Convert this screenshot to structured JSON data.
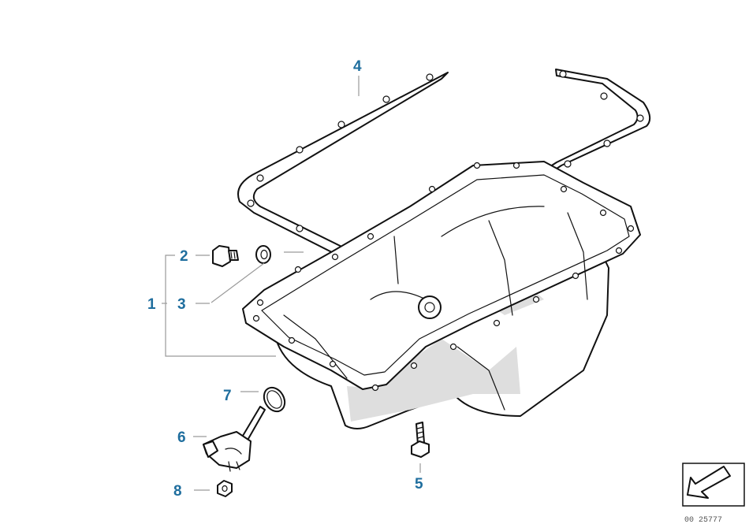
{
  "diagram": {
    "callouts": [
      {
        "id": "1",
        "label": "1"
      },
      {
        "id": "2",
        "label": "2"
      },
      {
        "id": "3",
        "label": "3"
      },
      {
        "id": "4",
        "label": "4"
      },
      {
        "id": "5",
        "label": "5"
      },
      {
        "id": "6",
        "label": "6"
      },
      {
        "id": "7",
        "label": "7"
      },
      {
        "id": "8",
        "label": "8"
      }
    ],
    "parts": [
      {
        "name": "oil-pan"
      },
      {
        "name": "drain-plug"
      },
      {
        "name": "sealing-ring"
      },
      {
        "name": "oil-pan-gasket"
      },
      {
        "name": "screw"
      },
      {
        "name": "oil-level-sensor"
      },
      {
        "name": "o-ring"
      },
      {
        "name": "nut"
      }
    ],
    "footer_ref": "00 25777",
    "nav_icon": "arrow-icon"
  }
}
